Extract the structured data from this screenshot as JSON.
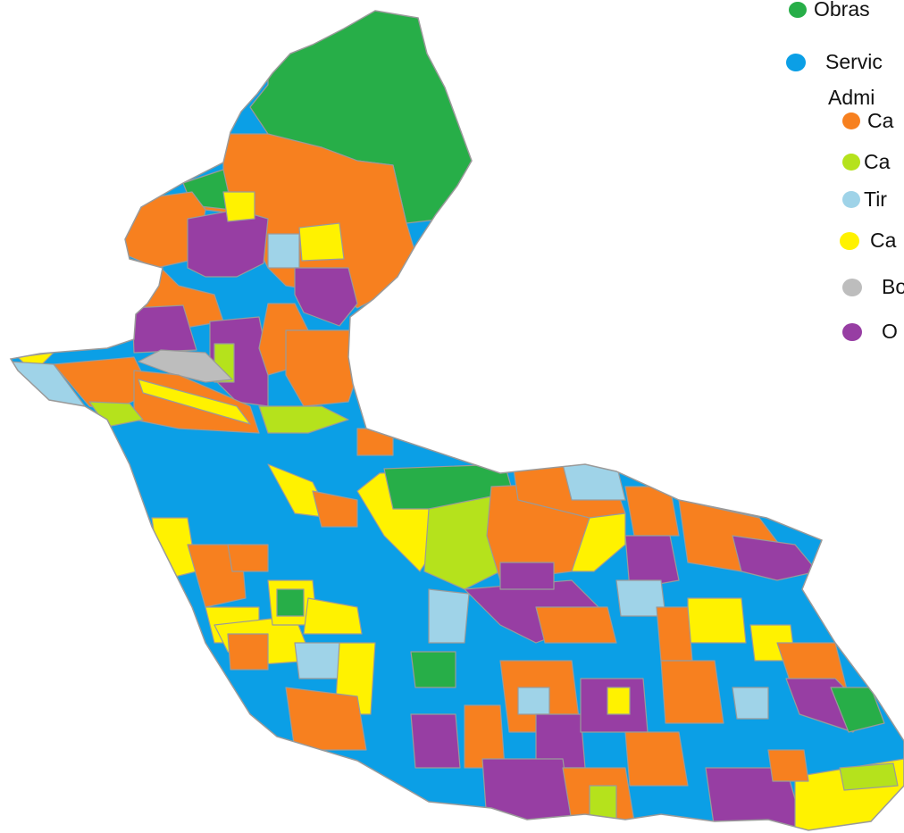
{
  "colors": {
    "background": "#ffffff",
    "boundary": "#9a9a9a",
    "obras": "#27ae48",
    "servicios": "#0b9fe6",
    "orange": "#f7801f",
    "lime": "#b5e21c",
    "lightblue": "#9fd3e8",
    "yellow": "#fff200",
    "gray": "#bdbdbd",
    "purple": "#973ea3"
  },
  "legend": {
    "items": [
      {
        "label": "Obras",
        "color": "#27ae48"
      },
      {
        "label": "Servic",
        "color": "#0b9fe6"
      }
    ],
    "subtitle": "Admi",
    "subitems": [
      {
        "label": "Ca",
        "color": "#f7801f"
      },
      {
        "label": "Ca",
        "color": "#b5e21c"
      },
      {
        "label": "Tir",
        "color": "#9fd3e8"
      },
      {
        "label": "Ca",
        "color": "#fff200"
      },
      {
        "label": "Bo",
        "color": "#bdbdbd"
      },
      {
        "label": "O",
        "color": "#973ea3"
      }
    ]
  }
}
